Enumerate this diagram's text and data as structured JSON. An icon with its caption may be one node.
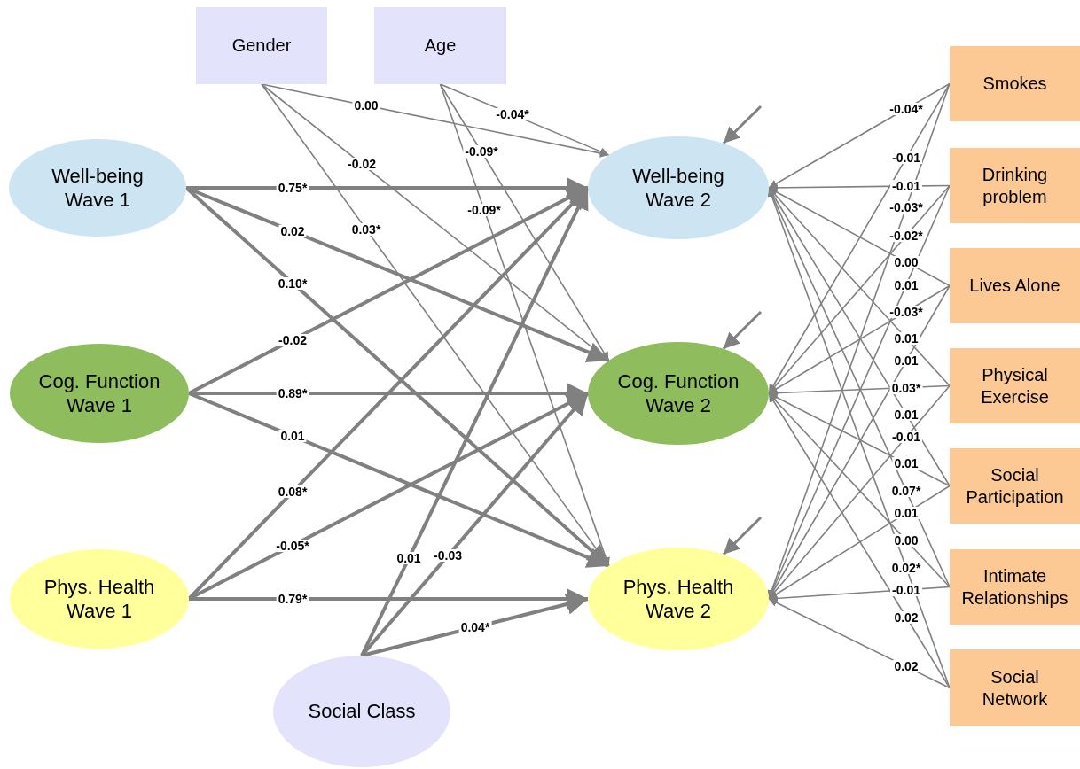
{
  "diagram": {
    "nodes": [
      {
        "text": [
          "Gender"
        ]
      },
      {
        "text": [
          "Age"
        ]
      },
      {
        "text": [
          "Well-being Wave 1"
        ]
      },
      {
        "text": [
          "Cog. Function Wave 1"
        ]
      },
      {
        "text": [
          "Phys. Health Wave 1"
        ]
      },
      {
        "text": [
          "Social Class"
        ]
      },
      {
        "text": [
          "Well-being Wave 2"
        ]
      },
      {
        "text": [
          "Cog. Function Wave 2"
        ]
      },
      {
        "text": [
          "Phys. Health Wave 2"
        ]
      },
      {
        "text": [
          "Smokes"
        ]
      },
      {
        "text": [
          "Drinking problem"
        ]
      },
      {
        "text": [
          "Lives Alone"
        ]
      },
      {
        "text": [
          "Physical Exercise"
        ]
      },
      {
        "text": [
          "Social Participation"
        ]
      },
      {
        "text": [
          "Intimate Relationships"
        ]
      },
      {
        "text": [
          "Social Network"
        ]
      }
    ],
    "edges": [
      {
        "from": 2,
        "to": 6,
        "arrow": "to",
        "label": "0.75*",
        "style": "thick"
      },
      {
        "from": 2,
        "to": 7,
        "arrow": "to",
        "label": "0.02",
        "style": "thick"
      },
      {
        "from": 2,
        "to": 8,
        "arrow": "to",
        "label": "0.10*",
        "style": "thick"
      },
      {
        "from": 3,
        "to": 6,
        "arrow": "to",
        "label": "-0.02",
        "style": "thick"
      },
      {
        "from": 3,
        "to": 7,
        "arrow": "to",
        "label": "0.89*",
        "style": "thick"
      },
      {
        "from": 3,
        "to": 8,
        "arrow": "to",
        "label": "0.01",
        "style": "thick"
      },
      {
        "from": 4,
        "to": 6,
        "arrow": "to",
        "label": "0.08*",
        "style": "thick"
      },
      {
        "from": 4,
        "to": 7,
        "arrow": "to",
        "label": "-0.05*",
        "style": "thick"
      },
      {
        "from": 4,
        "to": 8,
        "arrow": "to",
        "label": "0.79*",
        "style": "thick"
      },
      {
        "from": 5,
        "to": 6,
        "arrow": "to",
        "label": "0.01",
        "style": "thick"
      },
      {
        "from": 5,
        "to": 7,
        "arrow": "to",
        "label": "-0.03",
        "style": "thick"
      },
      {
        "from": 5,
        "to": 8,
        "arrow": "to",
        "label": "0.04*",
        "style": "thick"
      },
      {
        "from": 0,
        "to": 6,
        "arrow": "to",
        "label": "0.00"
      },
      {
        "from": 0,
        "to": 7,
        "arrow": "to",
        "label": "-0.02"
      },
      {
        "from": 0,
        "to": 8,
        "arrow": "to",
        "label": "0.03*"
      },
      {
        "from": 1,
        "to": 6,
        "arrow": "to",
        "label": "-0.04*"
      },
      {
        "from": 1,
        "to": 7,
        "arrow": "to",
        "label": "-0.09*"
      },
      {
        "from": 1,
        "to": 8,
        "arrow": "to",
        "label": "-0.09*"
      },
      {
        "from": 9,
        "to": 6,
        "arrow": "to",
        "label": "-0.04*"
      },
      {
        "from": 9,
        "to": 7,
        "arrow": "to",
        "label": "-0.01"
      },
      {
        "from": 9,
        "to": 8,
        "arrow": "to",
        "label": "-0.03*"
      },
      {
        "from": 10,
        "to": 6,
        "arrow": "to",
        "label": "-0.01"
      },
      {
        "from": 10,
        "to": 7,
        "arrow": "to",
        "label": "-0.02*"
      },
      {
        "from": 10,
        "to": 8,
        "arrow": "to",
        "label": "0.01"
      },
      {
        "from": 11,
        "to": 6,
        "arrow": "to",
        "label": "0.00"
      },
      {
        "from": 11,
        "to": 7,
        "arrow": "to",
        "label": "-0.03*"
      },
      {
        "from": 11,
        "to": 8,
        "arrow": "to",
        "label": "0.01"
      },
      {
        "from": 12,
        "to": 6,
        "arrow": "to",
        "label": "0.01"
      },
      {
        "from": 12,
        "to": 7,
        "arrow": "to",
        "label": "0.03*"
      },
      {
        "from": 12,
        "to": 8,
        "arrow": "to",
        "label": "-0.01"
      },
      {
        "from": 13,
        "to": 6,
        "arrow": "to",
        "label": "0.01"
      },
      {
        "from": 13,
        "to": 7,
        "arrow": "to",
        "label": "0.01"
      },
      {
        "from": 13,
        "to": 8,
        "arrow": "to",
        "label": "0.01"
      },
      {
        "from": 14,
        "to": 6,
        "arrow": "to",
        "label": "0.07*"
      },
      {
        "from": 14,
        "to": 7,
        "arrow": "to",
        "label": "0.00"
      },
      {
        "from": 14,
        "to": 8,
        "arrow": "to",
        "label": "-0.01"
      },
      {
        "from": 15,
        "to": 6,
        "arrow": "to",
        "label": "0.02*"
      },
      {
        "from": 15,
        "to": 7,
        "arrow": "to",
        "label": "0.02"
      },
      {
        "from": 15,
        "to": 8,
        "arrow": "to",
        "label": "0.02"
      },
      {
        "from": null,
        "to": 6,
        "arrow": "to"
      },
      {
        "from": null,
        "to": 7,
        "arrow": "to"
      },
      {
        "from": null,
        "to": 8,
        "arrow": "to"
      }
    ]
  }
}
